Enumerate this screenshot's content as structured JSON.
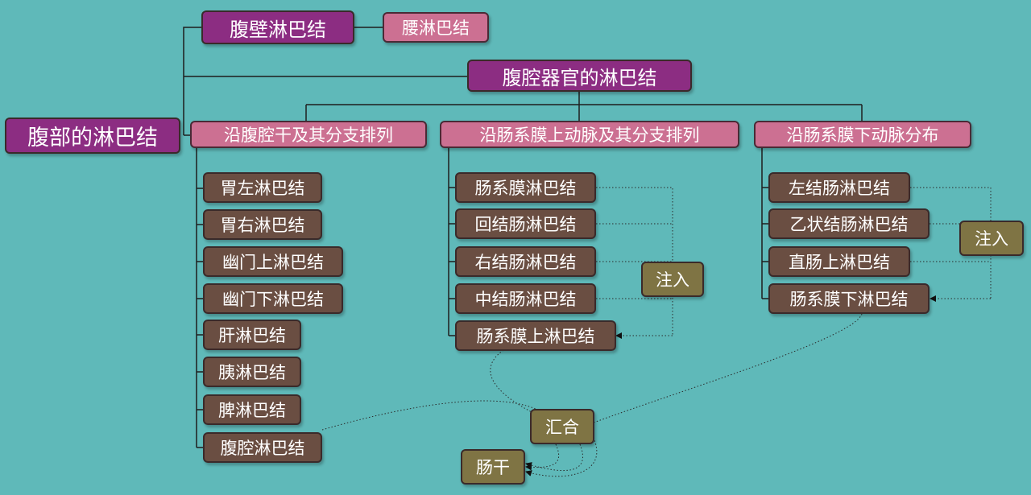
{
  "root": "腹部的淋巴结",
  "abdominal_wall": {
    "label": "腹壁淋巴结",
    "child": "腰淋巴结"
  },
  "abdominal_organs": {
    "label": "腹腔器官的淋巴结"
  },
  "groups": [
    {
      "label": "沿腹腔干及其分支排列",
      "items": [
        "胃左淋巴结",
        "胃右淋巴结",
        "幽门上淋巴结",
        "幽门下淋巴结",
        "肝淋巴结",
        "胰淋巴结",
        "脾淋巴结",
        "腹腔淋巴结"
      ]
    },
    {
      "label": "沿肠系膜上动脉及其分支排列",
      "items": [
        "肠系膜淋巴结",
        "回结肠淋巴结",
        "右结肠淋巴结",
        "中结肠淋巴结",
        "肠系膜上淋巴结"
      ]
    },
    {
      "label": "沿肠系膜下动脉分布",
      "items": [
        "左结肠淋巴结",
        "乙状结肠淋巴结",
        "直肠上淋巴结",
        "肠系膜下淋巴结"
      ]
    }
  ],
  "annotations": {
    "inject_1": "注入",
    "inject_2": "注入",
    "converge": "汇合",
    "intestinal_trunk": "肠干"
  },
  "colors": {
    "background": "#5fb9b9",
    "root": "#8c2d82",
    "category": "#cc7092",
    "leaf": "#6a4e42",
    "annotation": "#7f7444"
  }
}
